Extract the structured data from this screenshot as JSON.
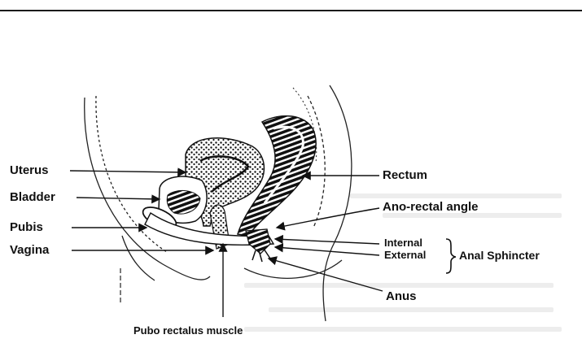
{
  "labels": {
    "uterus": "Uterus",
    "bladder": "Bladder",
    "pubis": "Pubis",
    "vagina": "Vagina",
    "rectum": "Rectum",
    "anorectal_angle": "Ano-rectal angle",
    "internal": "Internal",
    "external": "External",
    "anal_sphincter": "Anal Sphincter",
    "anus": "Anus",
    "puborectalis": "Pubo rectalus muscle"
  }
}
